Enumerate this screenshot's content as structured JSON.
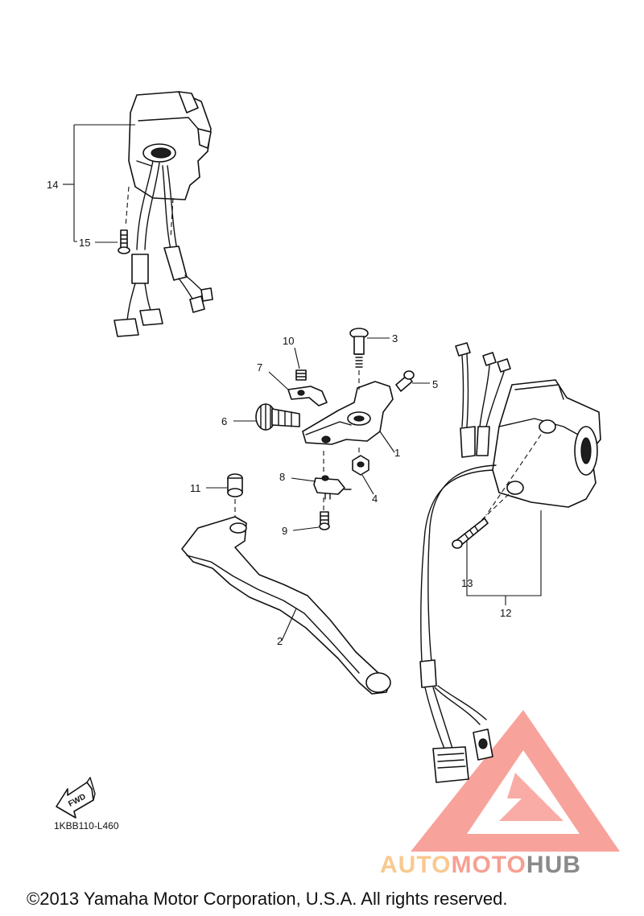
{
  "callouts": {
    "c1": "1",
    "c2": "2",
    "c3": "3",
    "c4": "4",
    "c5": "5",
    "c6": "6",
    "c7": "7",
    "c8": "8",
    "c9": "9",
    "c10": "10",
    "c11": "11",
    "c12": "12",
    "c13": "13",
    "c14": "14",
    "c15": "15"
  },
  "diagram_code": "1KBB110-L460",
  "fwd_label": "FWD",
  "copyright": "©2013 Yamaha Motor Corporation, U.S.A. All rights reserved.",
  "watermark": {
    "part1": "AUTO",
    "part2": "MOTO",
    "part3": "HUB",
    "colors": {
      "auto": "#f9c98f",
      "moto": "#f6a093",
      "hub": "#8a8a8a",
      "logo": "#f7928b"
    }
  }
}
